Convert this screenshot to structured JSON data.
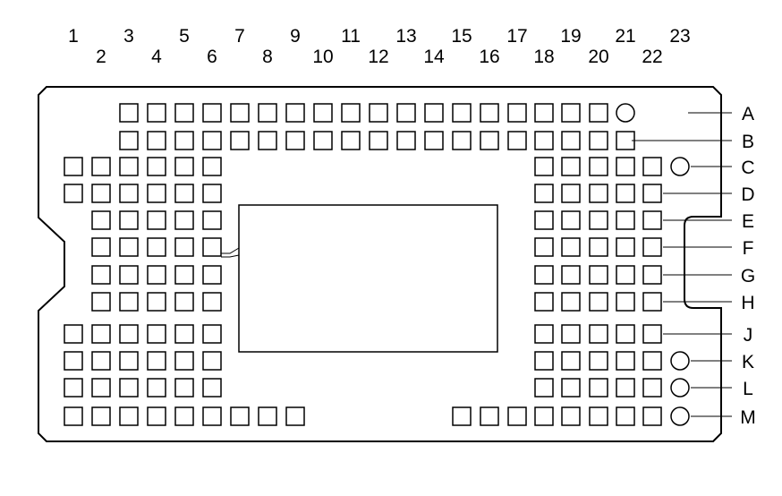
{
  "column_labels": [
    "1",
    "2",
    "3",
    "4",
    "5",
    "6",
    "7",
    "8",
    "9",
    "10",
    "11",
    "12",
    "13",
    "14",
    "15",
    "16",
    "17",
    "18",
    "19",
    "20",
    "21",
    "22",
    "23"
  ],
  "row_labels": [
    "A",
    "B",
    "C",
    "D",
    "E",
    "F",
    "G",
    "H",
    "J",
    "K",
    "L",
    "M"
  ],
  "colors": {
    "stroke": "#000000",
    "background": "#ffffff"
  }
}
